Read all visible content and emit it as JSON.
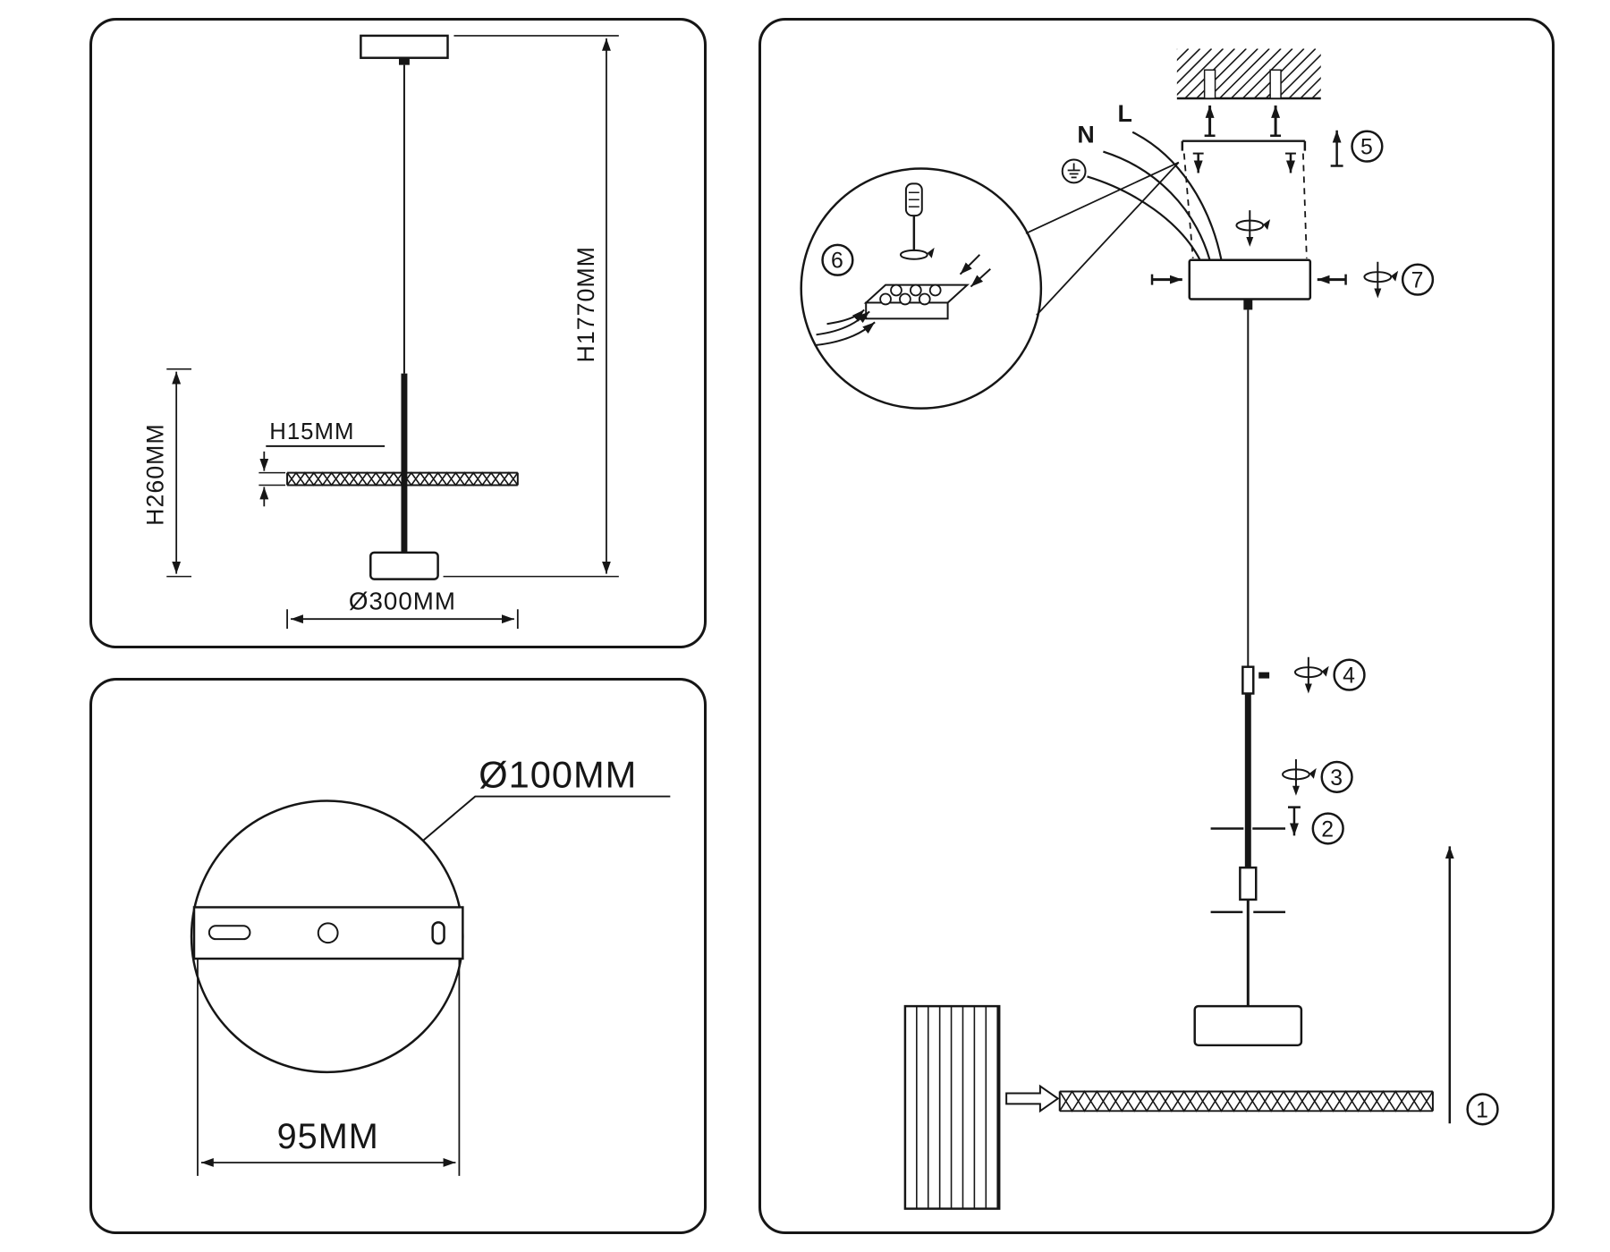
{
  "dimension_view": {
    "height_overall": "H1770MM",
    "height_lamp": "H260MM",
    "shade_thickness": "H15MM",
    "shade_diameter": "Ø300MM"
  },
  "canopy_view": {
    "canopy_diameter": "Ø100MM",
    "mount_hole_spacing": "95MM"
  },
  "installation_view": {
    "wire_neutral_label": "N",
    "wire_live_label": "L",
    "step_numbers": [
      "1",
      "2",
      "3",
      "4",
      "5",
      "6",
      "7"
    ]
  }
}
